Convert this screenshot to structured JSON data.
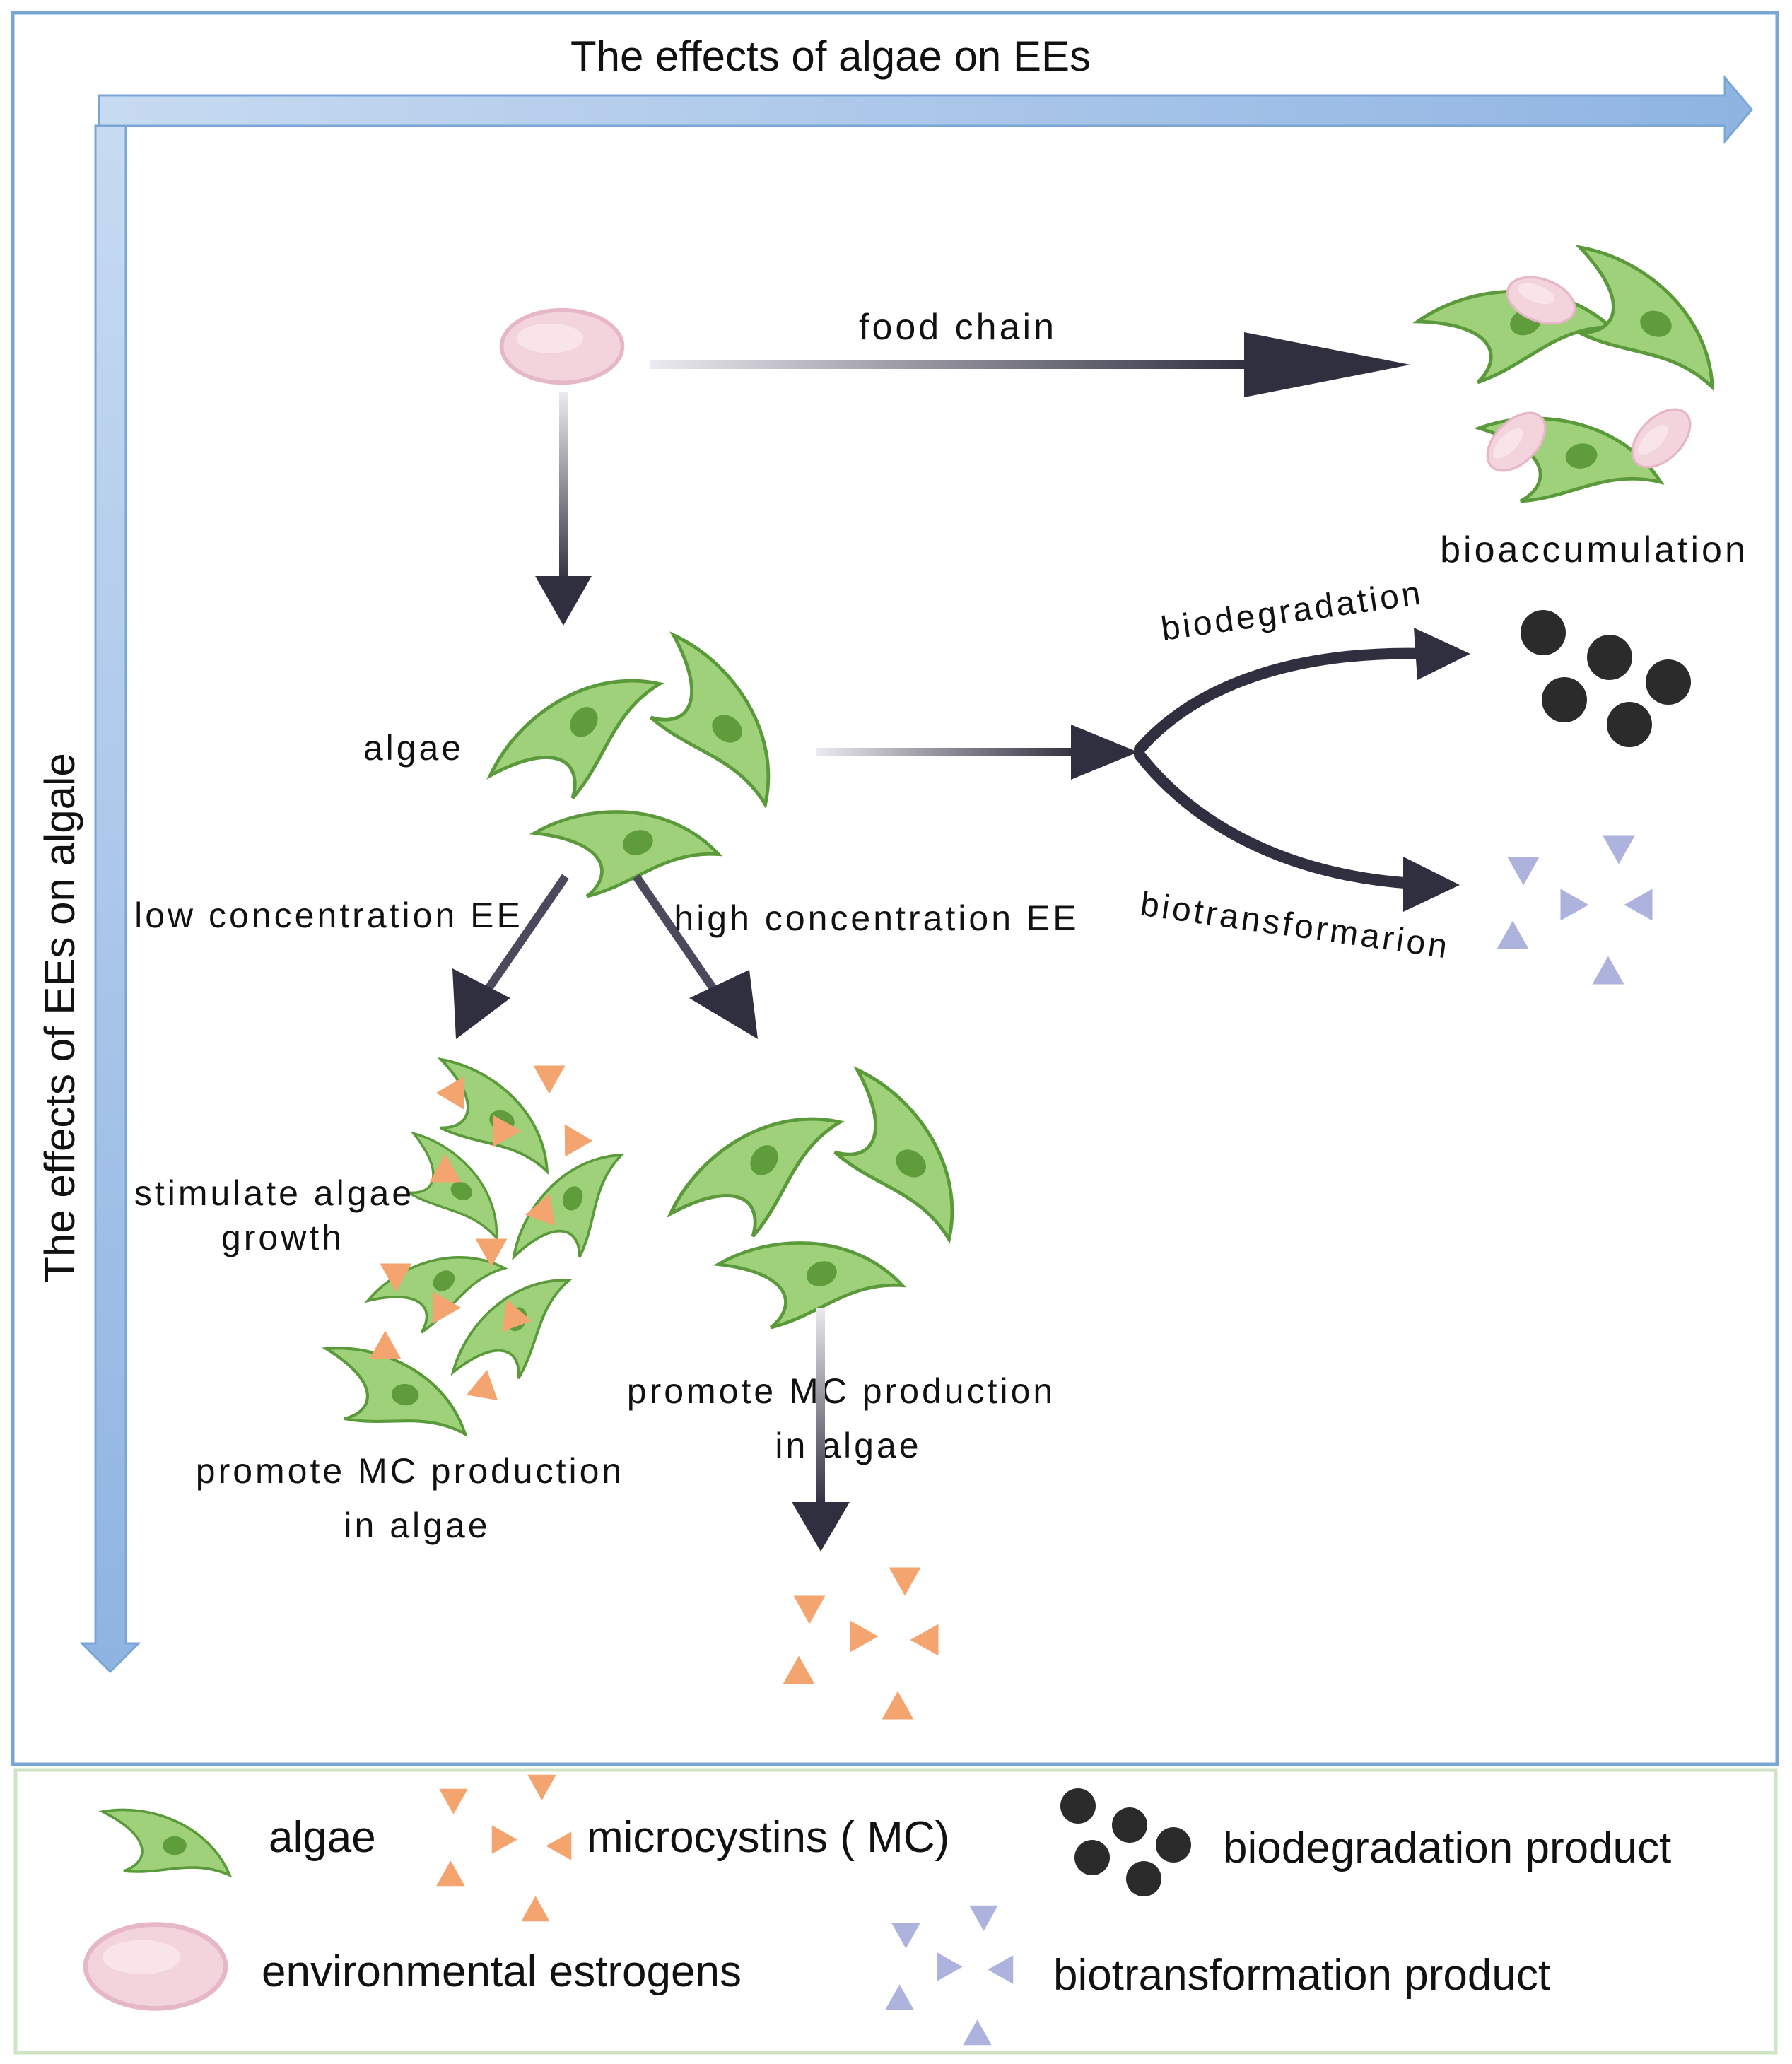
{
  "axes": {
    "top_label": "The effects of algae on EEs",
    "left_label": "The effects of EEs on algale"
  },
  "arrows": {
    "food_chain": "food chain",
    "biodegradation": "biodegradation",
    "biotransformation": "biotransformarion"
  },
  "labels": {
    "bioaccumulation": "bioaccumulation",
    "algae": "algae",
    "low_concentration": "low concentration EE",
    "high_concentration": "high concentration EE",
    "stimulate_line1": "stimulate algae",
    "stimulate_line2": "growth",
    "promote_left_line1": "promote MC production",
    "promote_left_line2": "in algae",
    "promote_right_line1": "promote MC production",
    "promote_right_line2": "in algae"
  },
  "legend": {
    "algae": "algae",
    "microcystins": "microcystins ( MC)",
    "biodegradation_product": "biodegradation product",
    "environmental_estrogens": "environmental estrogens",
    "biotransformation_product": "biotransformation product"
  },
  "colors": {
    "algae_fill": "#9fd07a",
    "algae_stroke": "#5a9a3a",
    "algae_nucleus": "#5e9c3c",
    "estrogen_fill": "#f3d3dc",
    "estrogen_stroke": "#e6b7c6",
    "mc_orange": "#f4a46f",
    "biotrans_blue": "#aeb3dd",
    "biodeg_black": "#2b2b2b",
    "axis_blue": "#8fb4e2",
    "arrow_dark": "#2f2f3f",
    "frame_blue": "#7aa6d6",
    "legend_frame_green": "#cfe3c5"
  }
}
